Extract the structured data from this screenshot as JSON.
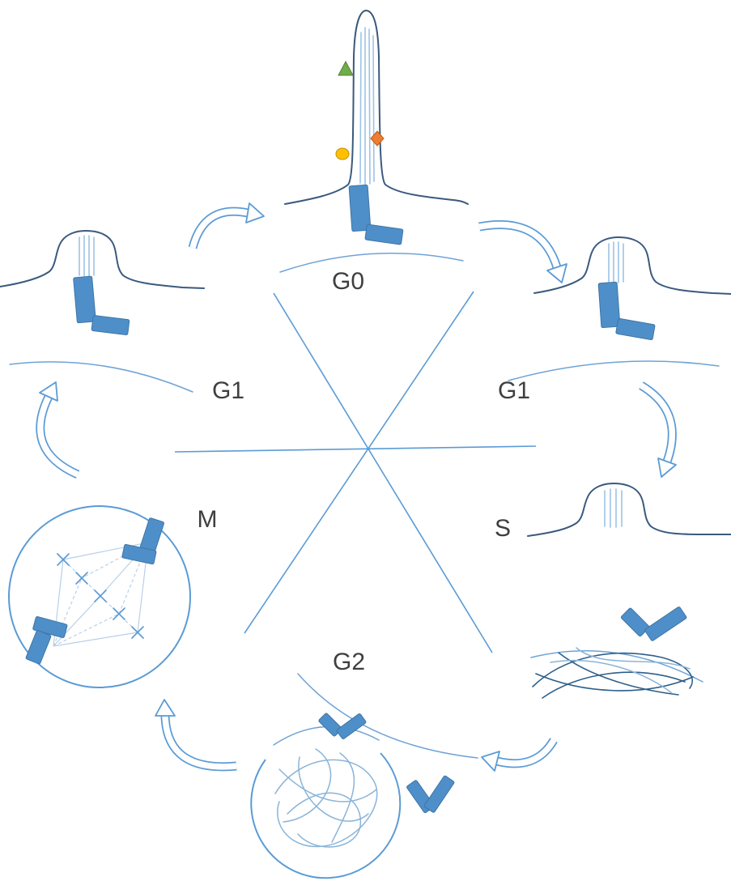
{
  "figure": {
    "name": "cell-cycle-ciliogenesis-diagram",
    "phases": {
      "g0": "G0",
      "g1_left": "G1",
      "g1_right": "G1",
      "s": "S",
      "g2": "G2",
      "m": "M"
    },
    "colors": {
      "cycle_line_blue": "#5b9bd5",
      "arc_blue": "#6fa3d6",
      "membrane_dark_blue": "#3a5a7d",
      "axoneme_light_blue": "#9dc3e6",
      "centriole_fill": "#4f8fc9",
      "centriole_stroke": "#3d75a6",
      "chromosome_dark_blue": "#2e5f8a",
      "chromatin_light_blue": "#8ab4d8",
      "spindle_fiber_blue": "#b8d0e8",
      "marker_green": "#70ad47",
      "marker_orange": "#ed7d31",
      "marker_yellow": "#ffc000",
      "label_color": "#3f3f3f"
    },
    "markers": {
      "green_triangle": "cilium-marker-green-triangle",
      "orange_diamond": "cilium-marker-orange-diamond",
      "yellow_dot": "cilium-marker-yellow-dot"
    }
  }
}
